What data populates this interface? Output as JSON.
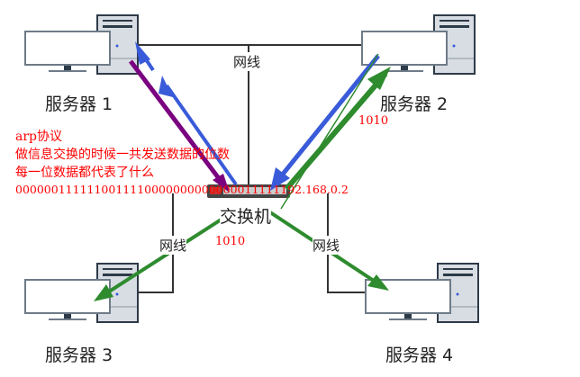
{
  "servers": [
    {
      "label": "服务器 1"
    },
    {
      "label": "服务器 2"
    },
    {
      "label": "服务器 3"
    },
    {
      "label": "服务器 4"
    }
  ],
  "switch": {
    "label": "交换机"
  },
  "cables": {
    "top": "网线",
    "left": "网线",
    "right": "网线"
  },
  "bits": {
    "upper": "1010",
    "lower": "1010"
  },
  "notes": {
    "line1": "arp协议",
    "line2": "做信息交换的时候一共发送数据的位数",
    "line3": "每一位数据都代表了什么",
    "line4": "0000001111110011110000000000000011111192.168.0.2"
  },
  "colors": {
    "purple": "#7a0080",
    "blue": "#3a5bd9",
    "green": "#2e8b2e",
    "red": "#ff0000"
  }
}
